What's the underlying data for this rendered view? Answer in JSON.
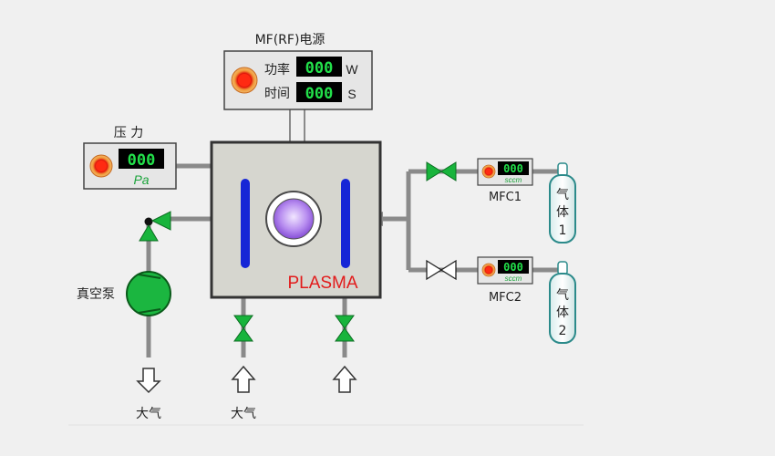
{
  "power_supply": {
    "title": "MF(RF)电源",
    "power_label": "功率",
    "power_value": "000",
    "power_unit": "W",
    "time_label": "时间",
    "time_value": "000",
    "time_unit": "S"
  },
  "pressure": {
    "title": "压 力",
    "value": "000",
    "unit": "Pa"
  },
  "chamber": {
    "label": "PLASMA"
  },
  "mfc1": {
    "value": "000",
    "unit": "sccm",
    "name": "MFC1"
  },
  "mfc2": {
    "value": "000",
    "unit": "sccm",
    "name": "MFC2"
  },
  "gas1": {
    "line1": "气",
    "line2": "体",
    "line3": "1"
  },
  "gas2": {
    "line1": "气",
    "line2": "体",
    "line3": "2"
  },
  "pump": {
    "label": "真空泵"
  },
  "atmosphere": {
    "pump_outlet": "大气",
    "vent_inlet": "大气"
  },
  "colors": {
    "background": "#f0f0f0",
    "panel": "#e6e6e6",
    "chamber": "#d6d6cf",
    "digit_green": "#22e04a",
    "valve_green": "#18b43c",
    "electrode_blue": "#1626d6",
    "plasma_red": "#e21b1b",
    "pipe_gray": "#8a8a8a",
    "cylinder_teal": "#2b8a8a"
  },
  "icons": {
    "power_indicator": "red-lamp-icon",
    "pressure_indicator": "red-lamp-icon",
    "mfc_indicator": "red-lamp-icon",
    "valve_open": "green-butterfly-valve-icon",
    "valve_closed": "white-butterfly-valve-icon",
    "pump": "vacuum-pump-icon",
    "gas_cylinder": "gas-cylinder-icon",
    "flow_arrow": "hollow-arrow-icon",
    "viewport": "viewport-window-icon"
  }
}
